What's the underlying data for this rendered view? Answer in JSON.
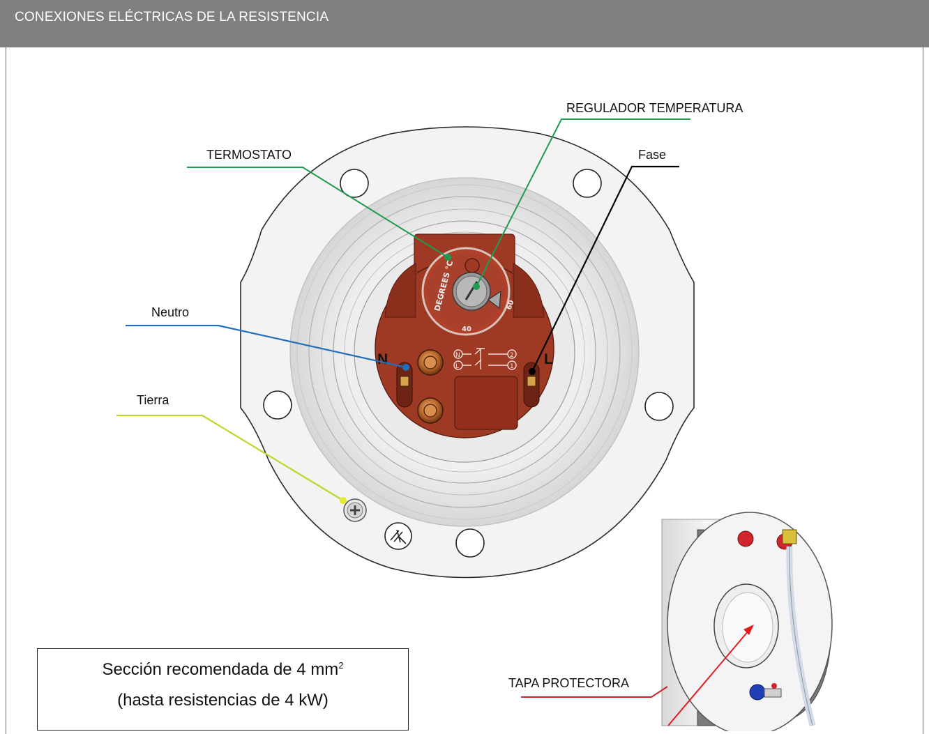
{
  "header": {
    "title": "CONEXIONES ELÉCTRICAS DE LA RESISTENCIA"
  },
  "labels": {
    "regulador": "REGULADOR TEMPERATURA",
    "termostato": "TERMOSTATO",
    "fase": "Fase",
    "neutro": "Neutro",
    "tierra": "Tierra",
    "tapa": "TAPA PROTECTORA"
  },
  "thermostat": {
    "dial_text": "DEGREES °C",
    "mark_40": "40",
    "mark_60": "60",
    "terminal_n": "N",
    "terminal_l": "L",
    "wiring_n": "N",
    "wiring_l": "L",
    "wiring_1": "1",
    "wiring_2": "2"
  },
  "note": {
    "line1": "Sección recomendada de 4 mm",
    "sup": "2",
    "line2": "(hasta resistencias de 4 kW)"
  },
  "colors": {
    "header_bg": "#808080",
    "termostato_line": "#1e9b50",
    "regulador_line": "#1e9b50",
    "fase_line": "#000000",
    "neutro_line": "#1f6fba",
    "tierra_line": "#b7d92b",
    "tapa_line": "#c9252c",
    "thermostat_body": "#9e3a24"
  }
}
